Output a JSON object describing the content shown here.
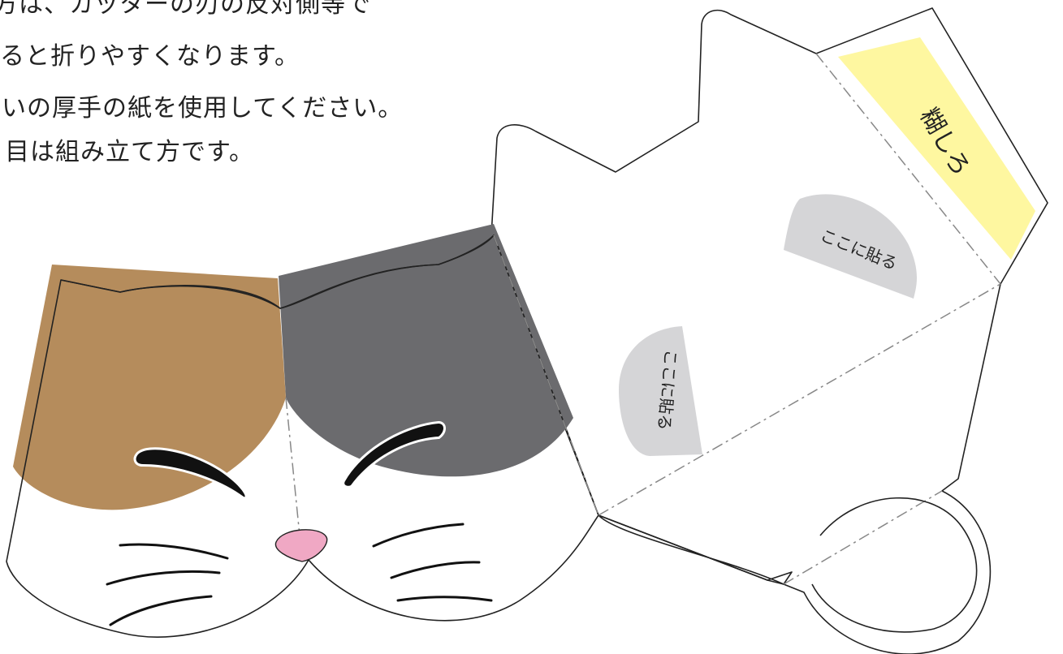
{
  "instructions": [
    "方は、カッターの刃の反対側等で",
    "ると折りやすくなります。",
    "いの厚手の紙を使用してください。",
    "目は組み立て方です。"
  ],
  "labels": {
    "glue_tab": "糊しろ",
    "paste_here_1": "ここに貼る",
    "paste_here_2": "ここに貼る"
  },
  "colors": {
    "brown_patch": "#b58c5c",
    "gray_patch": "#6b6b6e",
    "nose": "#f0a8c4",
    "glue_tab": "#fef7a0",
    "paste_area": "#d5d5d7",
    "outline": "#222222"
  }
}
